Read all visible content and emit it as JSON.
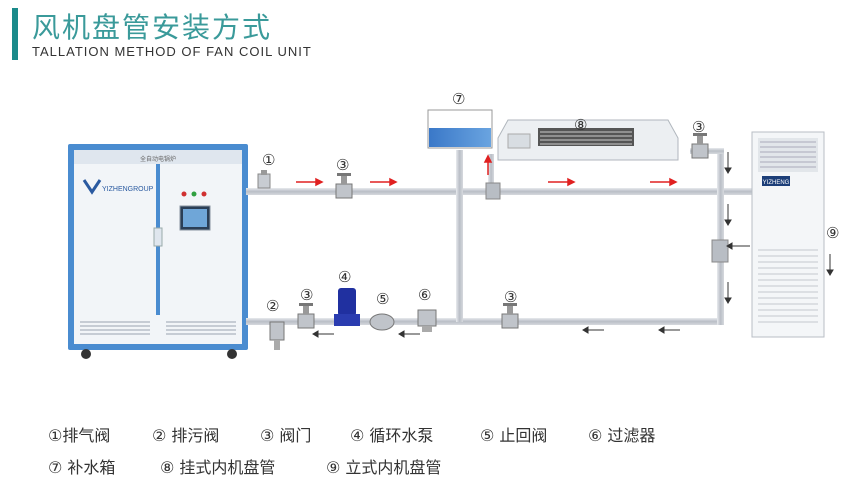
{
  "title": {
    "cn": "风机盘管安装方式",
    "en": "TALLATION METHOD OF FAN COIL UNIT"
  },
  "boiler": {
    "brand": "YIZHENGROUP",
    "panel_text": "全自动电锅炉"
  },
  "fcu_badge": "YIZHENG",
  "labels": {
    "n1": "①",
    "n2": "②",
    "n3": "③",
    "n4": "④",
    "n5": "⑤",
    "n6": "⑥",
    "n7": "⑦",
    "n8": "⑧",
    "n9": "⑨"
  },
  "legend": [
    "①排气阀",
    "② 排污阀",
    "③ 阀门",
    "④ 循环水泵",
    "⑤ 止回阀",
    "⑥ 过滤器",
    "⑦ 补水箱",
    "⑧ 挂式内机盘管",
    "⑨ 立式内机盘管"
  ],
  "colors": {
    "accent": "#1a8a8a",
    "pipe": "#c8ccd2",
    "arrow_red": "#e02020",
    "water_blue": "#1e6fd0",
    "pump_blue": "#2030a0"
  }
}
